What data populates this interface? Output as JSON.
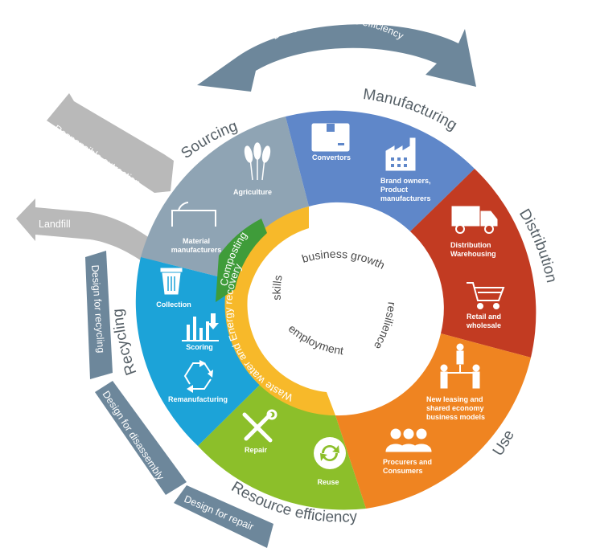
{
  "top_arrow": "Design for resource efficiency",
  "segments": {
    "sourcing": {
      "title": "Sourcing",
      "color": "#8fa4b4",
      "agriculture": "Agriculture",
      "material_1": "Material",
      "material_2": "manufacturers"
    },
    "manufacturing": {
      "title": "Manufacturing",
      "color": "#5f87c9",
      "convertors": "Convertors",
      "brand_1": "Brand owners,",
      "brand_2": "Product",
      "brand_3": "manufacturers"
    },
    "distribution": {
      "title": "Distribution",
      "color": "#c23b22",
      "dist_1": "Distribution",
      "dist_2": "Warehousing",
      "retail_1": "Retail and",
      "retail_2": "wholesale"
    },
    "use": {
      "title": "Use",
      "color": "#ef8421",
      "leasing_1": "New leasing and",
      "leasing_2": "shared economy",
      "leasing_3": "business models",
      "procurers_1": "Procurers and",
      "procurers_2": "Consumers"
    },
    "resource_efficiency": {
      "title": "Resource efficiency",
      "color": "#8cbf2a",
      "repair": "Repair",
      "reuse": "Reuse"
    },
    "recycling": {
      "title": "Recycling",
      "color": "#1ca3d8",
      "collection": "Collection",
      "scoring": "Scoring",
      "remanufacturing": "Remanufacturing"
    }
  },
  "ring": {
    "composting": "Composting",
    "waste": "Waste water and Energy recovery",
    "ring_color": "#f7b92a",
    "composting_color": "#3f9c3a"
  },
  "center": {
    "business_growth": "business growth",
    "skills": "skills",
    "resilience": "resilience",
    "employment": "employment"
  },
  "left_arrows": {
    "responsible_extraction": "Responsible extraction",
    "landfill": "Landfill"
  },
  "design_labels": {
    "recycling": "Design for recycling",
    "disassembly": "Design for disassembly",
    "repair": "Design for repair"
  }
}
